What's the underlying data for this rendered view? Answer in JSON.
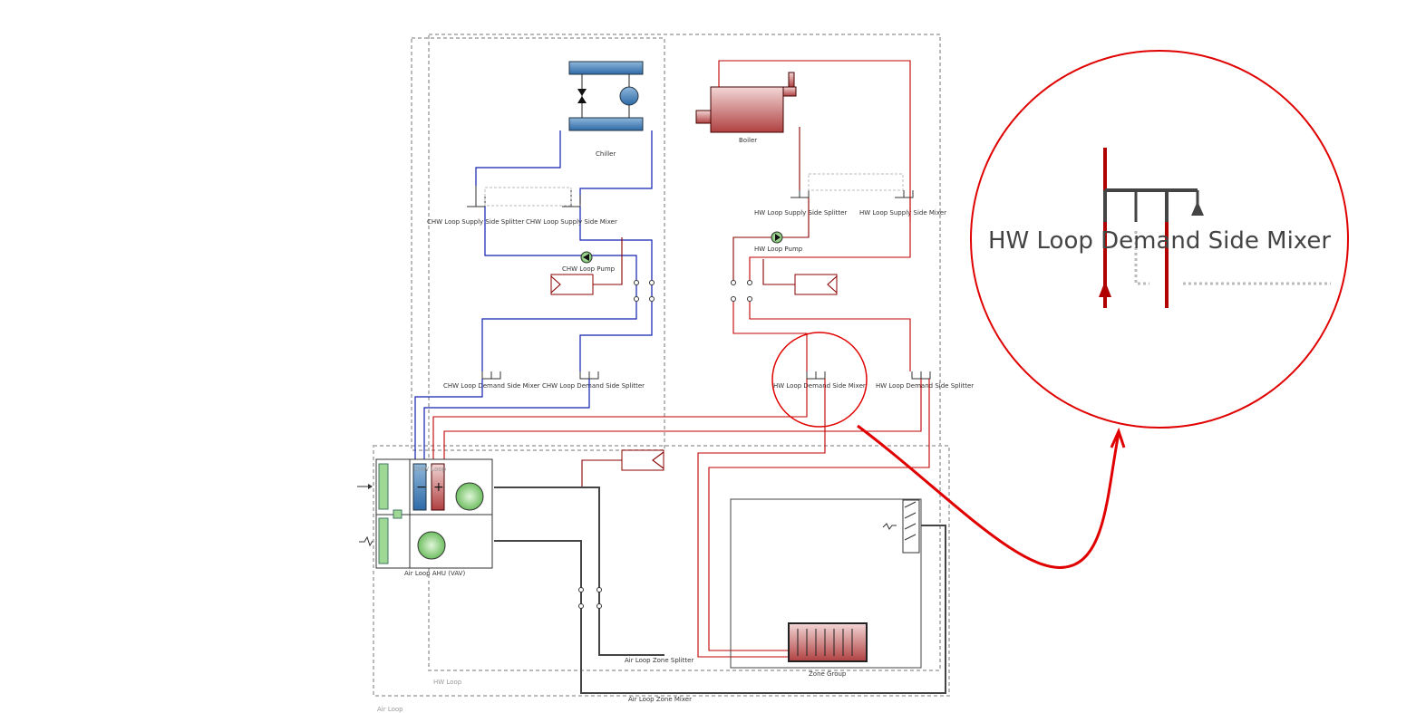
{
  "loops": {
    "chw_loop": "CHW Loop",
    "hw_loop": "HW Loop",
    "air_loop": "Air Loop"
  },
  "components": {
    "chiller": "Chiller",
    "boiler": "Boiler",
    "chw_supply_splitter": "CHW Loop Supply Side Splitter",
    "chw_supply_mixer": "CHW Loop Supply Side Mixer",
    "chw_pump": "CHW Loop Pump",
    "hw_supply_splitter": "HW Loop Supply Side Splitter",
    "hw_supply_mixer": "HW Loop Supply Side Mixer",
    "hw_pump": "HW Loop Pump",
    "chw_demand_mixer": "CHW Loop Demand Side Mixer",
    "chw_demand_splitter": "CHW Loop Demand Side Splitter",
    "hw_demand_mixer": "HW Loop Demand Side Mixer",
    "hw_demand_splitter": "HW Loop Demand Side Splitter",
    "ahu": "Air Loop AHU (VAV)",
    "zone_splitter": "Air Loop Zone Splitter",
    "zone_mixer": "Air Loop Zone Mixer",
    "zone_group": "Zone Group"
  },
  "magnifier": {
    "label": "HW Loop Demand Side Mixer"
  },
  "colors": {
    "chw": "#1020b0",
    "hw": "#c00000",
    "air": "#444444",
    "highlight": "#e00000"
  }
}
